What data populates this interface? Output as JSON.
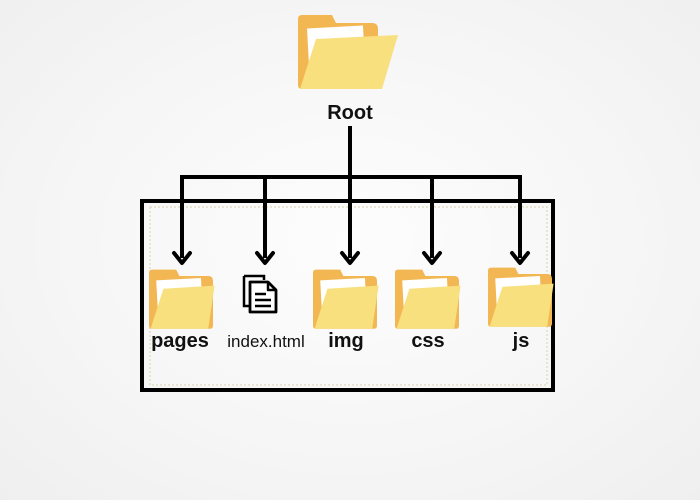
{
  "root": {
    "label": "Root",
    "icon": "folder-icon"
  },
  "children": [
    {
      "label": "pages",
      "icon": "folder-icon",
      "style": "bold"
    },
    {
      "label": "index.html",
      "icon": "document-icon",
      "style": "normal"
    },
    {
      "label": "img",
      "icon": "folder-icon",
      "style": "bold"
    },
    {
      "label": "css",
      "icon": "folder-icon",
      "style": "bold"
    },
    {
      "label": "js",
      "icon": "folder-icon",
      "style": "bold"
    }
  ],
  "colors": {
    "folder_back": "#f2b752",
    "folder_front": "#f8e07e",
    "paper": "#ffffff",
    "line": "#000000",
    "inner_border": "#d8d4a8"
  }
}
